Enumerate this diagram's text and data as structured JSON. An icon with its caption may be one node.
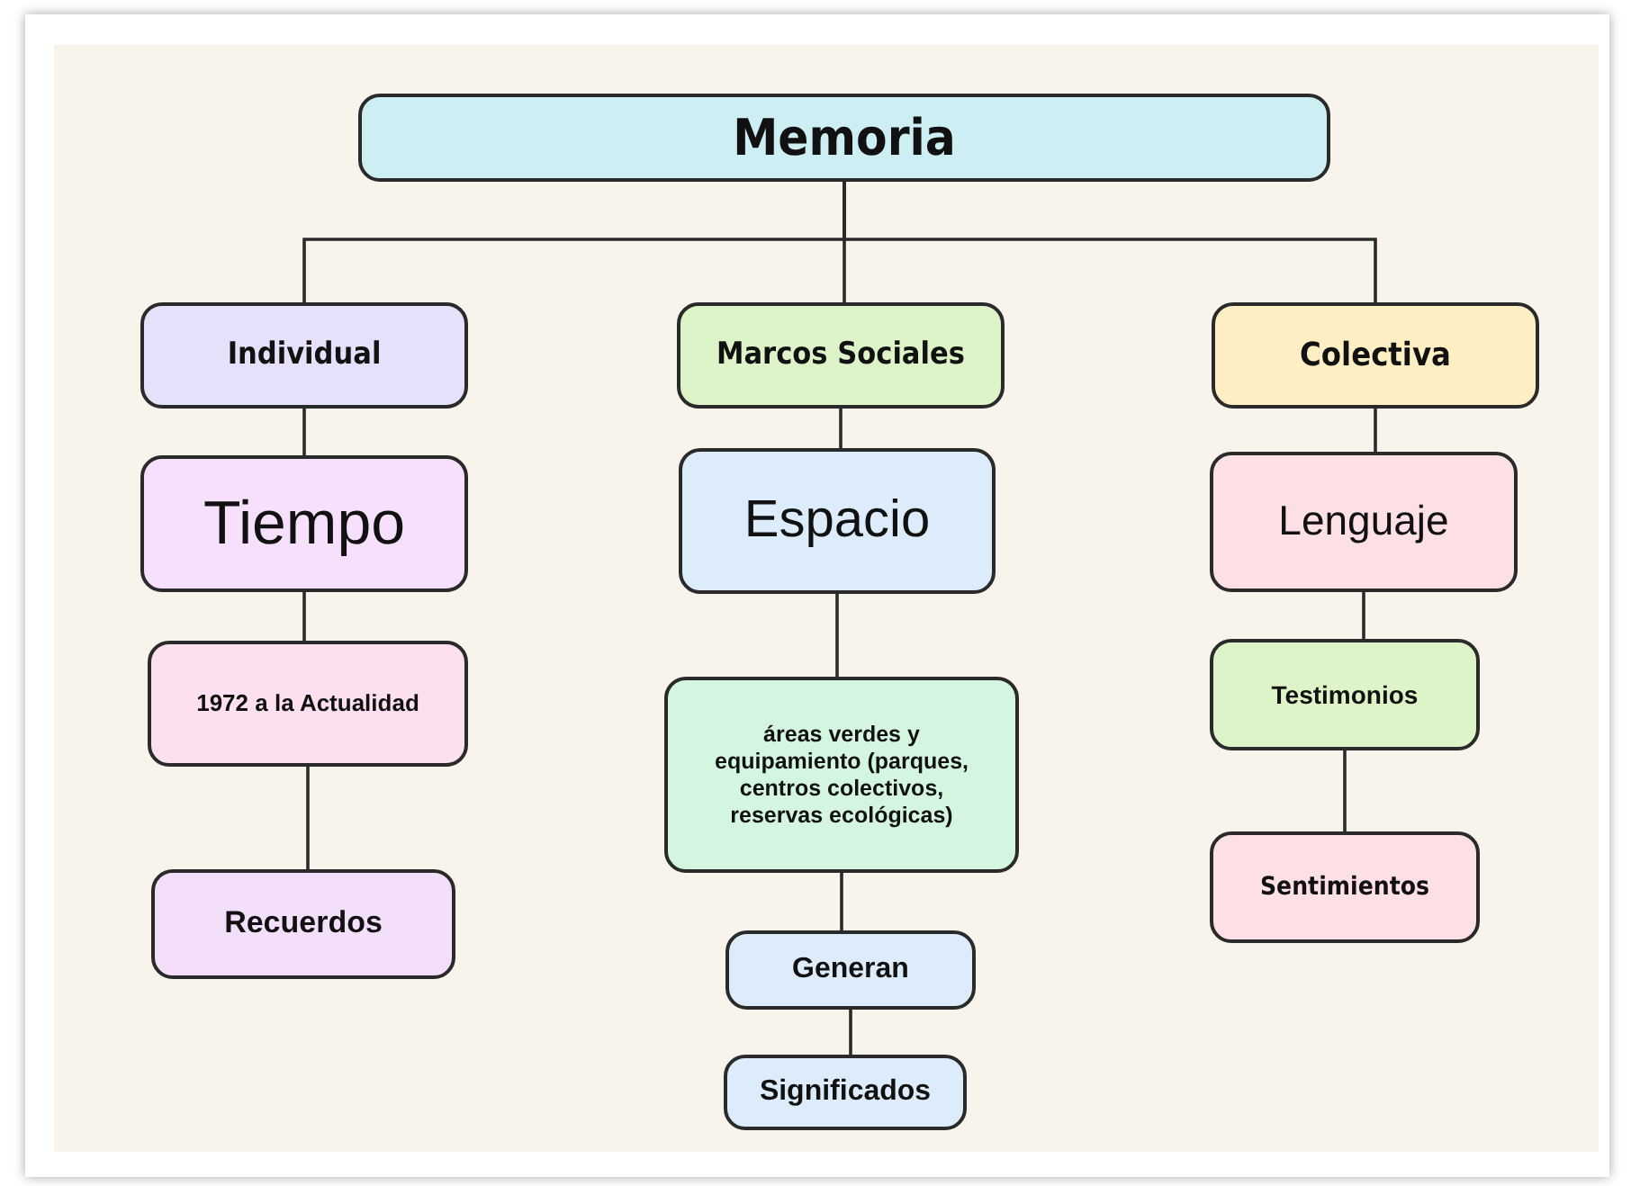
{
  "diagram": {
    "nodes": [
      {
        "text": [
          "Memoria"
        ]
      },
      {
        "text": [
          "Individual"
        ]
      },
      {
        "text": [
          "Marcos Sociales"
        ]
      },
      {
        "text": [
          "Colectiva"
        ]
      },
      {
        "text": [
          "Tiempo"
        ]
      },
      {
        "text": [
          "Espacio"
        ]
      },
      {
        "text": [
          "1972 a la Actualidad"
        ]
      },
      {
        "text": [
          "áreas verdes y equipamiento (parques, centros colectivos, reservas ecológicas)"
        ]
      },
      {
        "text": [
          "Lenguaje"
        ]
      },
      {
        "text": [
          "Recuerdos"
        ]
      },
      {
        "text": [
          "Generan"
        ]
      },
      {
        "text": [
          "Significados"
        ]
      },
      {
        "text": [
          "Testimonios"
        ]
      },
      {
        "text": [
          "Sentimientos"
        ]
      }
    ],
    "edges": [
      {
        "from": 0,
        "to": 1,
        "arrow": "none"
      },
      {
        "from": 0,
        "to": 2,
        "arrow": "none"
      },
      {
        "from": 0,
        "to": 3,
        "arrow": "none"
      },
      {
        "from": 1,
        "to": 4,
        "arrow": "none"
      },
      {
        "from": 4,
        "to": 6,
        "arrow": "none"
      },
      {
        "from": 6,
        "to": 9,
        "arrow": "none"
      },
      {
        "from": 2,
        "to": 5,
        "arrow": "none"
      },
      {
        "from": 5,
        "to": 7,
        "arrow": "none"
      },
      {
        "from": 7,
        "to": 10,
        "arrow": "none"
      },
      {
        "from": 10,
        "to": 11,
        "arrow": "none"
      },
      {
        "from": 3,
        "to": 8,
        "arrow": "none"
      },
      {
        "from": 8,
        "to": 12,
        "arrow": "none"
      },
      {
        "from": 12,
        "to": 13,
        "arrow": "none"
      }
    ]
  }
}
